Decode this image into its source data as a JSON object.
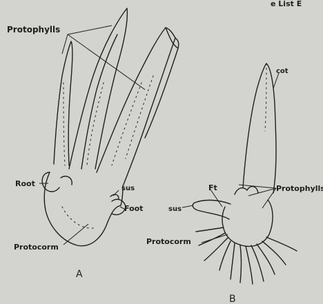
{
  "header_fragment": "e List E",
  "figure_a": {
    "panel_label": "A",
    "labels": {
      "protophylls": "Protophylls",
      "root": "Root",
      "sus": "sus",
      "foot": "Foot",
      "protocorm": "Protocorm"
    }
  },
  "figure_b": {
    "panel_label": "B",
    "labels": {
      "cot": "cot",
      "ft": "Ft",
      "protophylls": "Protophylls",
      "sus": "sus",
      "protocorm": "Protocorm"
    }
  },
  "colors": {
    "background": "#d3d3cf",
    "ink": "#1e1e1e",
    "stipple": "#3a3a3a"
  }
}
